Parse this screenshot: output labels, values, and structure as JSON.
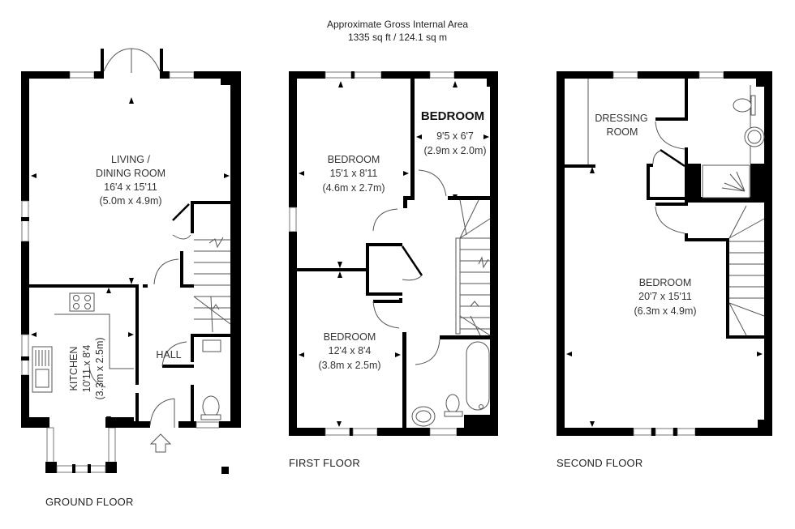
{
  "header": {
    "title": "Approximate Gross Internal Area",
    "area": "1335 sq ft / 124.1 sq m"
  },
  "floors": {
    "ground": {
      "label": "GROUND FLOOR",
      "rooms": {
        "living": {
          "name_line1": "LIVING /",
          "name_line2": "DINING ROOM",
          "imperial": "16'4 x 15'11",
          "metric": "(5.0m x 4.9m)"
        },
        "kitchen": {
          "name": "KITCHEN",
          "imperial": "10'11 x 8'4",
          "metric": "(3.3m x 2.5m)"
        },
        "hall": {
          "name": "HALL"
        }
      },
      "symbols": [
        "entrance-arrow",
        "hob",
        "sink",
        "wc",
        "washbasin",
        "stairs",
        "french-doors"
      ]
    },
    "first": {
      "label": "FIRST FLOOR",
      "rooms": {
        "bedroom_large": {
          "name": "BEDROOM",
          "imperial": "15'1 x 8'11",
          "metric": "(4.6m x 2.7m)"
        },
        "bedroom_small": {
          "name": "BEDROOM",
          "imperial": "9'5 x 6'7",
          "metric": "(2.9m x 2.0m)"
        },
        "bedroom_rear": {
          "name": "BEDROOM",
          "imperial": "12'4 x 8'4",
          "metric": "(3.8m x 2.5m)"
        }
      },
      "symbols": [
        "bath",
        "wc",
        "washbasin",
        "stairs",
        "cupboard"
      ]
    },
    "second": {
      "label": "SECOND FLOOR",
      "rooms": {
        "dressing": {
          "name_line1": "DRESSING",
          "name_line2": "ROOM"
        },
        "bedroom": {
          "name": "BEDROOM",
          "imperial": "20'7 x 15'11",
          "metric": "(6.3m x 4.9m)"
        }
      },
      "symbols": [
        "shower",
        "wc",
        "washbasin",
        "stairs",
        "cupboard"
      ]
    }
  },
  "colors": {
    "wall": "#000000",
    "line": "#555555",
    "text": "#333333",
    "background": "#ffffff"
  }
}
